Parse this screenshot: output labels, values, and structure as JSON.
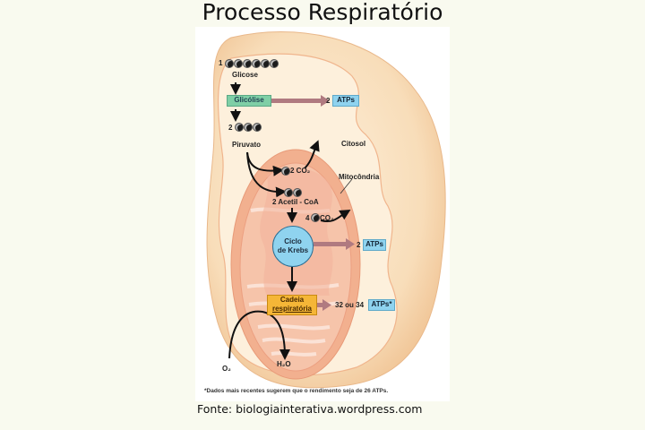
{
  "title": "Processo Respiratório",
  "source": "Fonte: biologiainterativa.wordpress.com",
  "diagram": {
    "glucose": {
      "count": "1",
      "label": "Glicose",
      "carbons": 6
    },
    "glycolysis": {
      "label": "Glicólise",
      "atp": "2 ATPs"
    },
    "pyruvate": {
      "count": "2",
      "label": "Piruvato",
      "carbons": 3
    },
    "cytosol_label": "Citosol",
    "mitochondria_label": "Mitocôndria",
    "co2_first": "2 CO₂",
    "acetyl_coa": "2 Acetil - CoA",
    "co2_second": "4",
    "co2_second_label": "CO₂",
    "krebs": {
      "line1": "Ciclo",
      "line2": "de Krebs",
      "atp": "2 ATPs"
    },
    "chain": {
      "line1": "Cadeia",
      "line2": "respiratória",
      "atp_prefix": "32 ou 34",
      "atp": "ATPs*"
    },
    "oxygen": "O₂",
    "water": "H₂O",
    "footnote": "*Dados mais recentes sugerem que o rendimento seja de 26 ATPs."
  },
  "colors": {
    "cell": "#f6d3ab",
    "cytosol_inner": "#fbe6c8",
    "mitochondrion_outer": "#f2b08f",
    "mitochondrion_inner": "#f6c4aa",
    "arrow_atp": "#b07a80"
  }
}
